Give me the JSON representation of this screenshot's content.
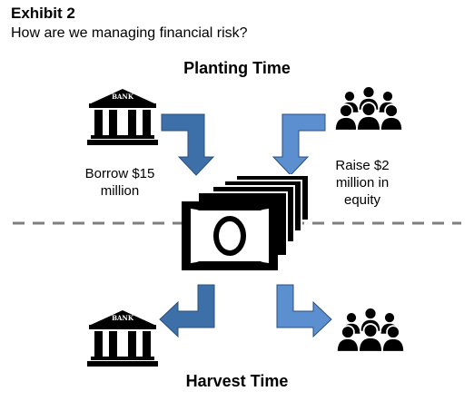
{
  "header": {
    "title": "Exhibit 2",
    "subtitle": "How are we managing financial risk?"
  },
  "phases": {
    "planting": "Planting Time",
    "harvest": "Harvest Time"
  },
  "labels": {
    "borrow_line1": "Borrow $15",
    "borrow_line2": "million",
    "equity_line1": "Raise $2",
    "equity_line2": "million in",
    "equity_line3": "equity"
  },
  "icons": {
    "bank_sign": "BANK",
    "bank": "bank-icon",
    "investors": "people-group-icon",
    "money": "banknote-stack-icon"
  },
  "colors": {
    "arrow_dark": "#3d6fa8",
    "arrow_light": "#5b8fcf",
    "arrow_edge": "#2a4f7c",
    "divider": "#7f7f7f"
  }
}
